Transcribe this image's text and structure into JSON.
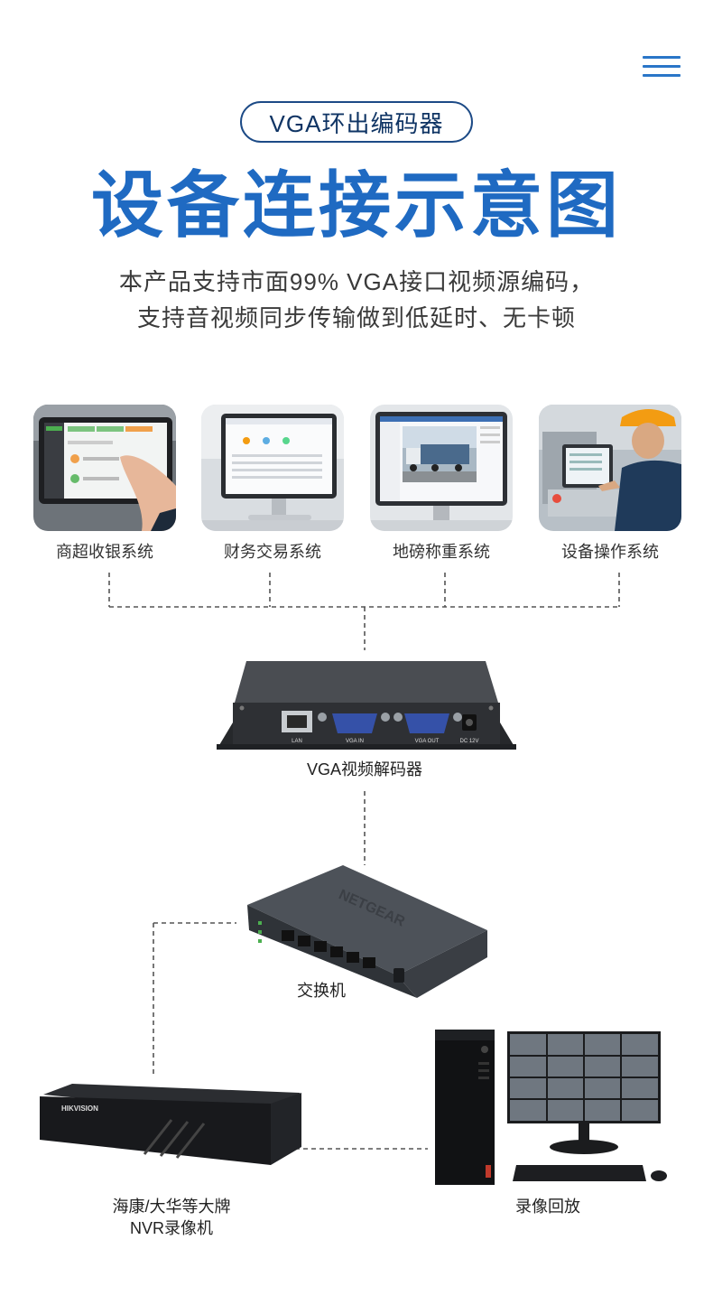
{
  "header": {
    "menu_icon": "menu-icon",
    "pill_text": "VGA环出编码器",
    "headline": "设备连接示意图",
    "intro_line1": "本产品支持市面99% VGA接口视频源编码，",
    "intro_line2": "支持音视频同步传输做到低延时、无卡顿"
  },
  "scenarios": [
    {
      "label": "商超收银系统"
    },
    {
      "label": "财务交易系统"
    },
    {
      "label": "地磅称重系统"
    },
    {
      "label": "设备操作系统"
    }
  ],
  "devices": {
    "decoder": {
      "label": "VGA视频解码器",
      "ports": [
        "LAN",
        "VGA IN",
        "VGA OUT",
        "DC 12V"
      ]
    },
    "switch": {
      "label": "交换机",
      "brand": "NETGEAR"
    },
    "nvr": {
      "label_line1": "海康/大华等大牌",
      "label_line2": "NVR录像机",
      "brand": "HIKVISION"
    },
    "playback": {
      "label": "录像回放"
    }
  },
  "colors": {
    "accent_blue": "#1f6ac2",
    "pill_border": "#1c4a86",
    "line_gray": "#555555"
  }
}
